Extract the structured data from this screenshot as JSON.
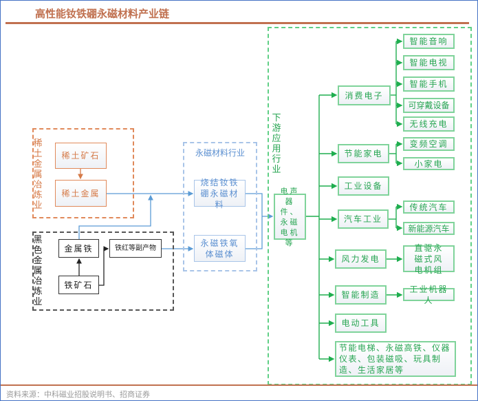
{
  "title": "高性能钕铁硼永磁材料产业链",
  "source": "资料来源：中科磁业招股说明书、招商证券",
  "rare_earth": {
    "label": "稀土金属冶炼业",
    "ore": "稀土矿石",
    "metal": "稀土金属"
  },
  "ferrous": {
    "label": "黑色金属冶炼业",
    "iron": "金属铁",
    "ore": "铁矿石",
    "byproduct": "铁红等副产物"
  },
  "magnet": {
    "label": "永磁材料行业",
    "ndfeb": "烧结钕铁硼永磁材料",
    "ferrite": "永磁铁氧体磁体"
  },
  "downstream": {
    "label": "下游应用行业",
    "hub": "电声器件、永磁电机等",
    "consumer": {
      "label": "消费电子",
      "items": [
        "智能音响",
        "智能电视",
        "智能手机",
        "可穿戴设备",
        "无线充电"
      ]
    },
    "appliance": {
      "label": "节能家电",
      "items": [
        "变频空调",
        "小家电"
      ]
    },
    "industrial": "工业设备",
    "auto": {
      "label": "汽车工业",
      "items": [
        "传统汽车",
        "新能源汽车"
      ]
    },
    "wind": {
      "label": "风力发电",
      "item": "直驱永磁式风电机组"
    },
    "smart": {
      "label": "智能制造",
      "item": "工业机器人"
    },
    "tools": "电动工具",
    "other": "节能电梯、永磁高铁、仪器仪表、包装磁吸、玩具制造、生活家居等"
  },
  "colors": {
    "orange": "#e0895a",
    "blue": "#5b9bd5",
    "green": "#1fae4f",
    "title": "#c0704f"
  }
}
